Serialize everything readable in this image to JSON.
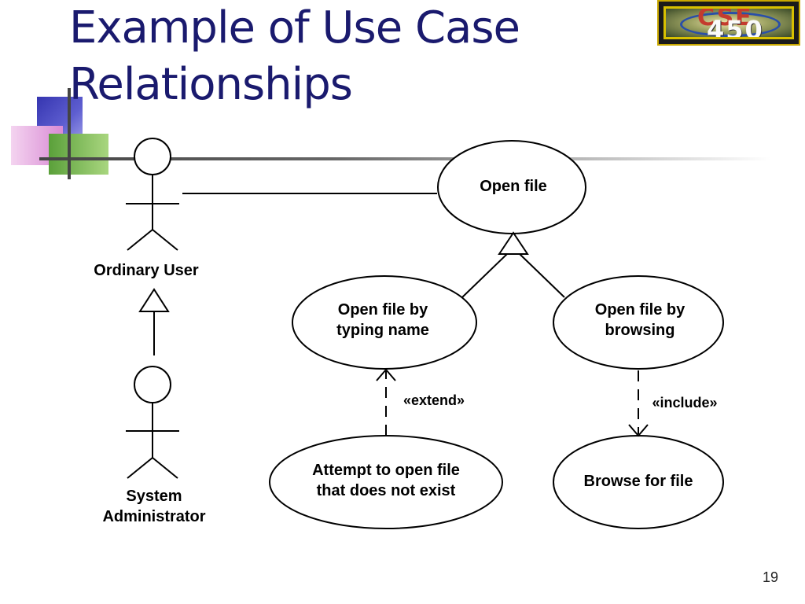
{
  "slide": {
    "title_line1": "Example of Use Case",
    "title_line2": "Relationships",
    "page_number": "19"
  },
  "logo": {
    "top_text": "CSE",
    "bottom_text": "450"
  },
  "actors": [
    {
      "id": "ordinary-user",
      "label": "Ordinary User"
    },
    {
      "id": "system-administrator",
      "label": "System\nAdministrator"
    }
  ],
  "use_cases": [
    {
      "id": "open-file",
      "label": "Open file"
    },
    {
      "id": "open-file-typing",
      "label": "Open file by\ntyping name"
    },
    {
      "id": "open-file-browsing",
      "label": "Open file by\nbrowsing"
    },
    {
      "id": "attempt-open-missing",
      "label": "Attempt to open file\nthat does not exist"
    },
    {
      "id": "browse-for-file",
      "label": "Browse for file"
    }
  ],
  "relationships": [
    {
      "from": "ordinary-user",
      "to": "open-file",
      "type": "association"
    },
    {
      "from": "system-administrator",
      "to": "ordinary-user",
      "type": "generalization"
    },
    {
      "from": "open-file-typing",
      "to": "open-file",
      "type": "generalization"
    },
    {
      "from": "open-file-browsing",
      "to": "open-file",
      "type": "generalization"
    },
    {
      "from": "attempt-open-missing",
      "to": "open-file-typing",
      "type": "extend",
      "label": "«extend»"
    },
    {
      "from": "open-file-browsing",
      "to": "browse-for-file",
      "type": "include",
      "label": "«include»"
    }
  ]
}
